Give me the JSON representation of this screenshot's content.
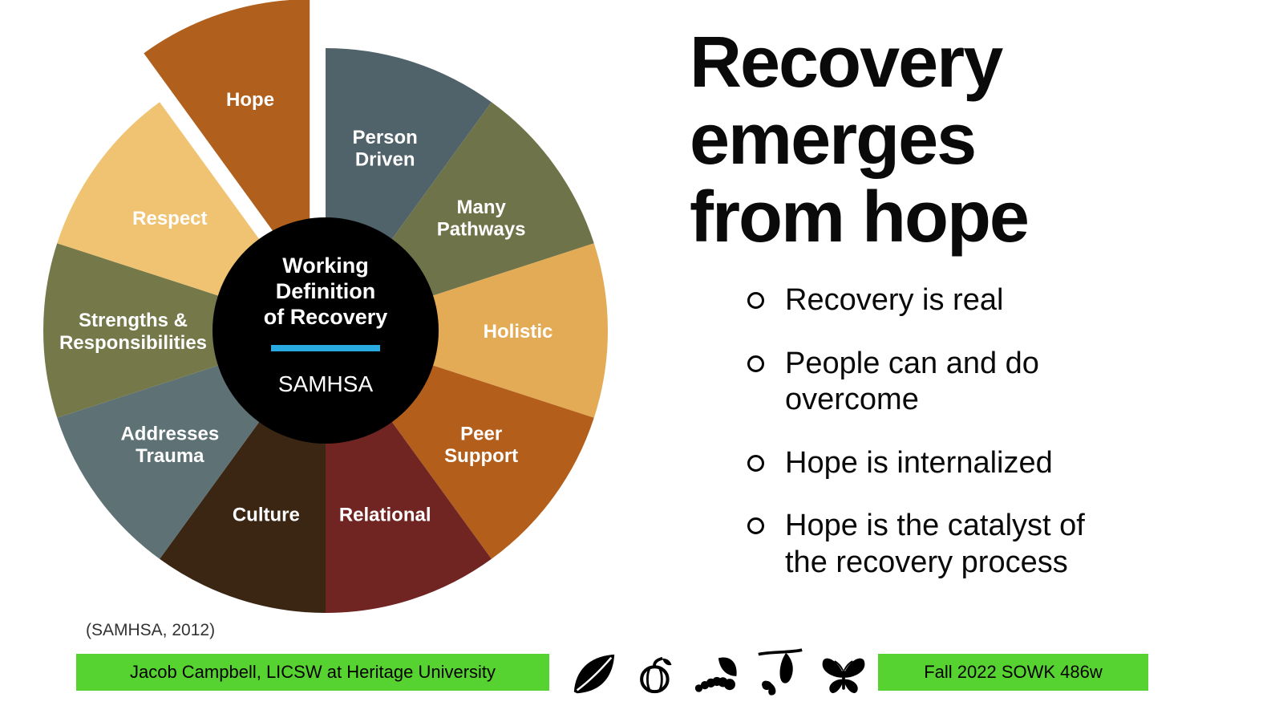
{
  "wheel": {
    "center": {
      "title_line1": "Working",
      "title_line2": "Definition",
      "title_line3": "of Recovery",
      "org": "SAMHSA",
      "divider_color": "#29abe2",
      "bg": "#000000"
    },
    "segments": [
      {
        "label": "Person\nDriven",
        "color": "#50626a"
      },
      {
        "label": "Many\nPathways",
        "color": "#6f7349"
      },
      {
        "label": "Holistic",
        "color": "#e4ab56"
      },
      {
        "label": "Peer\nSupport",
        "color": "#b35f1b"
      },
      {
        "label": "Relational",
        "color": "#702523"
      },
      {
        "label": "Culture",
        "color": "#3b2613"
      },
      {
        "label": "Addresses\nTrauma",
        "color": "#5e7276"
      },
      {
        "label": "Strengths &\nResponsibilities",
        "color": "#757949"
      },
      {
        "label": "Respect",
        "color": "#efc371"
      },
      {
        "label": "Hope",
        "color": "#b0601c",
        "exploded": true
      }
    ]
  },
  "content": {
    "title": "Recovery\nemerges\nfrom hope",
    "bullets": [
      "Recovery is real",
      "People can and do overcome",
      "Hope is internalized",
      "Hope is the catalyst of the recovery process"
    ]
  },
  "footer": {
    "citation": "(SAMHSA, 2012)",
    "left_banner": "Jacob Campbell, LICSW at Heritage University",
    "right_banner": "Fall 2022 SOWK 486w",
    "banner_color": "#57d331",
    "icons": [
      "leaf",
      "seed",
      "caterpillar",
      "chrysalis",
      "butterfly"
    ]
  }
}
